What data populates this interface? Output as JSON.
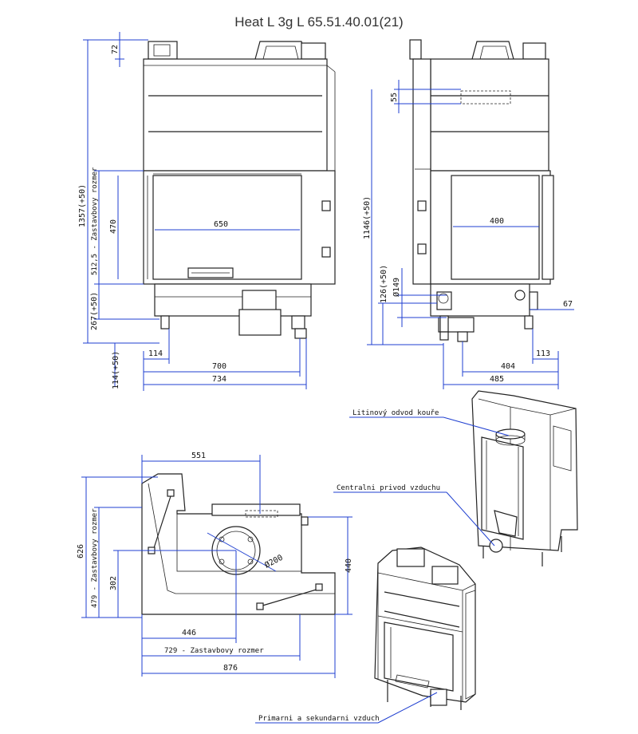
{
  "title": "Heat L 3g L 65.51.40.01(21)",
  "front_dims": {
    "d72": "72",
    "d1357": "1357(+50)",
    "d512": "512,5 - Zastavbovy rozmer",
    "d470": "470",
    "d650": "650",
    "d267": "267(+50)",
    "d114h": "114(+50)",
    "d114": "114",
    "d700": "700",
    "d734": "734"
  },
  "side_dims": {
    "d55": "55",
    "d1146": "1146(+50)",
    "d400": "400",
    "d126": "126(+50)",
    "d149": "Ø149",
    "d67": "67",
    "d113": "113",
    "d404": "404",
    "d485": "485"
  },
  "plan_dims": {
    "d551": "551",
    "d626": "626",
    "d479": "479 - Zastavbovy rozmer",
    "d302": "302",
    "d200": "Ø200",
    "d440": "440",
    "d446": "446",
    "d729": "729 - Zastavbovy rozmer",
    "d876": "876"
  },
  "labels": {
    "flue": "Litinový odvod kouře",
    "air_central": "Centralni privod vzduchu",
    "air_primary": "Primarni a sekundarni vzduch"
  }
}
